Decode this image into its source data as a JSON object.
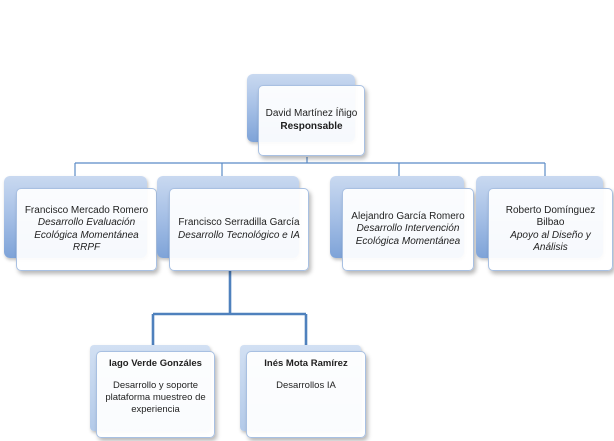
{
  "root": {
    "name": "David Martínez Íñigo",
    "role": "Responsable"
  },
  "level1": [
    {
      "name": "Francisco Mercado Romero",
      "role": "Desarrollo Evaluación Ecológica Momentánea RRPF"
    },
    {
      "name": "Francisco Serradilla García",
      "role": "Desarrollo Tecnológico e IA"
    },
    {
      "name": "Alejandro García Romero",
      "role": "Desarrollo Intervención Ecológica Momentánea"
    },
    {
      "name": "Roberto Domínguez Bilbao",
      "role": "Apoyo al Diseño y  Análisis"
    }
  ],
  "level2": [
    {
      "name": "Iago  Verde Gonzáles",
      "role": "Desarrollo y soporte plataforma muestreo de experiencia"
    },
    {
      "name": "Inés Mota  Ramírez",
      "role": "Desarrollos IA"
    }
  ],
  "colors": {
    "connector": "#4f81bd",
    "box_gradient_top": "#c9d9f0",
    "box_gradient_bottom": "#7ea3d8",
    "box_border": "#a8c0e2"
  }
}
